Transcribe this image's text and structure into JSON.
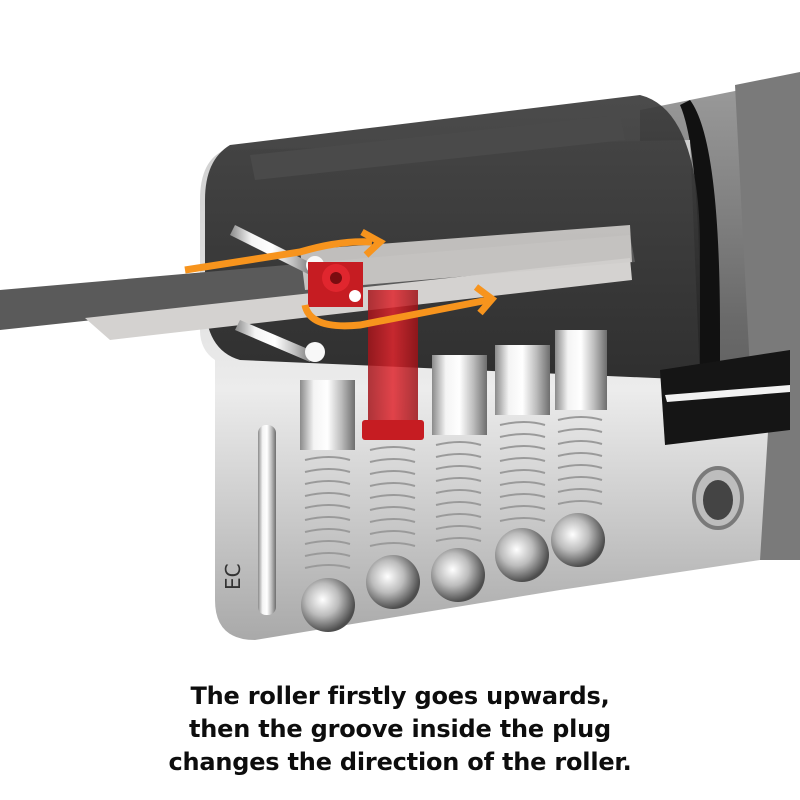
{
  "illustration": {
    "subject": "cutaway lock cylinder with key inserted",
    "components": [
      "key-blade",
      "plug",
      "cylinder-body",
      "pin-stacks",
      "springs",
      "ball-bearings",
      "roller",
      "cam-housing",
      "screw-hole"
    ],
    "pin_stack_count": 5,
    "arrows": [
      {
        "label": "upper-path-arrow",
        "direction": "right"
      },
      {
        "label": "lower-path-arrow",
        "direction": "right"
      }
    ],
    "colors": {
      "arrow": "#F7941D",
      "roller_pin": "#D42027",
      "housing_dark": "#2b2b2b",
      "chrome": "#d9d9d9",
      "key": "#cfcdcb",
      "key_dark": "#5a5a5a",
      "background": "#ffffff"
    },
    "engraving": "EC"
  },
  "caption": {
    "lines": [
      "The roller firstly goes upwards,",
      "then the groove inside the plug",
      "changes the direction of the roller."
    ]
  }
}
